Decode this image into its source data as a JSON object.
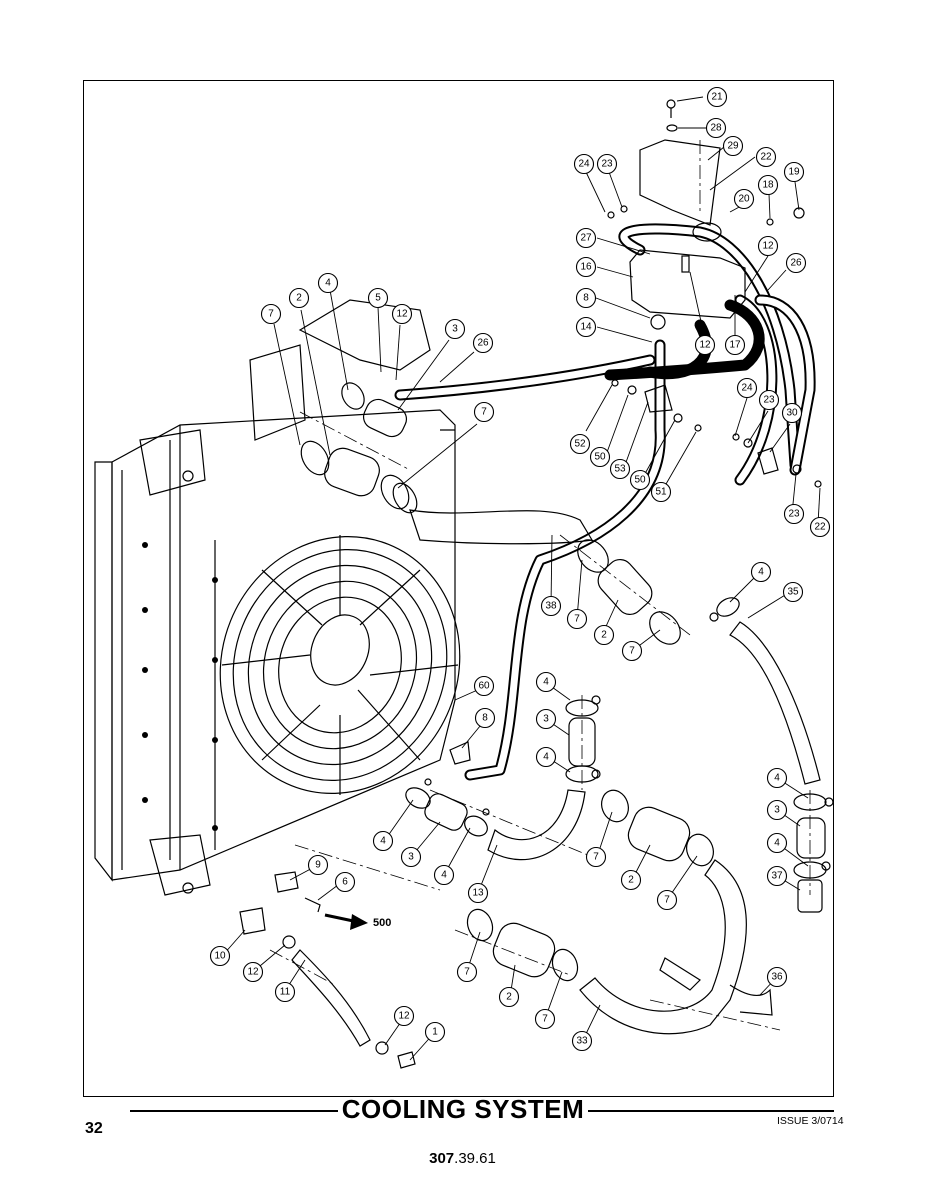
{
  "page": {
    "title": "COOLING SYSTEM",
    "page_number": "32",
    "issue": "ISSUE 3/0714",
    "doc_number_bold": "307",
    "doc_number_rest": ".39.61"
  },
  "diagram": {
    "reference_arrow_label": "500",
    "callout_labels": [
      "1",
      "2",
      "3",
      "4",
      "5",
      "6",
      "7",
      "8",
      "9",
      "10",
      "11",
      "12",
      "13",
      "14",
      "16",
      "17",
      "18",
      "19",
      "20",
      "21",
      "22",
      "23",
      "24",
      "26",
      "27",
      "28",
      "29",
      "30",
      "33",
      "35",
      "36",
      "37",
      "38",
      "50",
      "51",
      "52",
      "53",
      "60"
    ]
  }
}
